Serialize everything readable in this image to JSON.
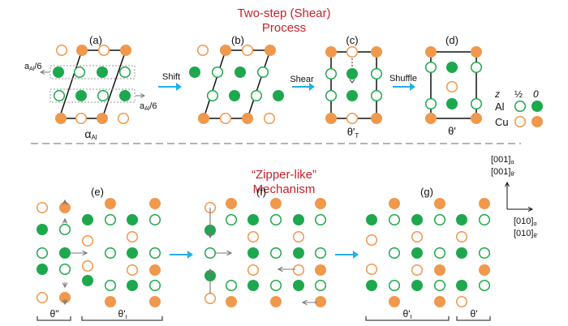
{
  "colors": {
    "al": "#1ea84e",
    "cu": "#f0984c",
    "title": "#c8202a",
    "arrow": "#25aee6",
    "line": "#111111",
    "move": "#777777"
  },
  "top_title": {
    "line1": "Two-step (Shear)",
    "line2": "Process"
  },
  "bottom_title": {
    "line1": "“Zipper-like”",
    "line2": "Mechanism"
  },
  "panels": {
    "a": {
      "label": "(a)",
      "caption": "α",
      "caption_sub": "Al",
      "shift_left": "a",
      "shift_left_sub": "Al",
      "shift_left_tail": "/6",
      "shift_right": "a",
      "shift_right_sub": "Al",
      "shift_right_tail": "/6"
    },
    "b": {
      "label": "(b)"
    },
    "c": {
      "label": "(c)",
      "caption": "θ'",
      "caption_sub": "T"
    },
    "d": {
      "label": "(d)",
      "caption": "θ'"
    },
    "e": {
      "label": "(e)",
      "brackets": [
        {
          "text": "θ\"",
          "sub": ""
        },
        {
          "text": "θ'",
          "sub": "t"
        }
      ]
    },
    "f": {
      "label": "(f)"
    },
    "g": {
      "label": "(g)",
      "brackets": [
        {
          "text": "θ'",
          "sub": "t"
        },
        {
          "text": "θ'",
          "sub": ""
        }
      ]
    }
  },
  "steps": {
    "shift": "Shift",
    "shear": "Shear",
    "shuffle": "Shuffle"
  },
  "legend": {
    "z": "z",
    "half": "½",
    "zero": "0",
    "al": "Al",
    "cu": "Cu"
  },
  "axes": {
    "vertical": [
      {
        "text": "[001]",
        "sub": "α"
      },
      {
        "text": "[001]",
        "sub": "θ'"
      }
    ],
    "horizontal": [
      {
        "text": "[010]",
        "sub": "α"
      },
      {
        "text": "[010]",
        "sub": "θ'"
      }
    ]
  }
}
